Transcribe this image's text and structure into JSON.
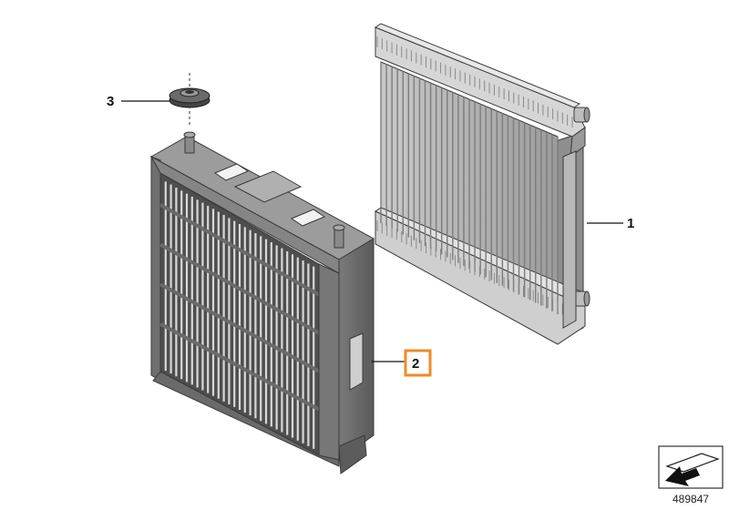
{
  "callouts": [
    {
      "label": "1",
      "part": "heat-exchanger-radiator"
    },
    {
      "label": "2",
      "part": "radiator-frame-housing",
      "highlighted": true
    },
    {
      "label": "3",
      "part": "rubber-grommet"
    }
  ],
  "reference_number": "489847",
  "icons": {
    "heat_exchanger": "heat-exchanger-icon",
    "frame": "radiator-frame-icon",
    "grommet": "grommet-icon",
    "nav": "arrow-down-left-icon"
  },
  "colors": {
    "highlight": "#f08a24",
    "metal_light": "#d4d4d4",
    "metal_mid": "#a9a9a9",
    "metal_dark": "#6d6d6d",
    "frame_light": "#8b8b8b",
    "frame_dark": "#5a5a5a"
  }
}
